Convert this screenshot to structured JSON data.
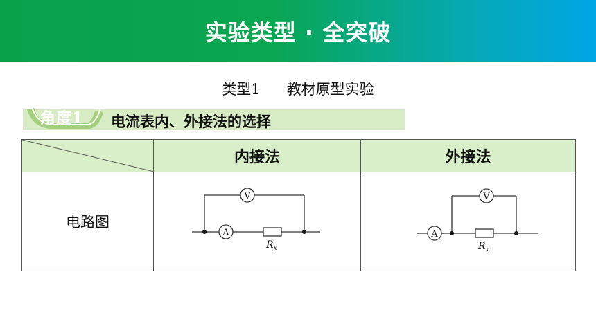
{
  "banner": {
    "title": "实验类型 · 全突破"
  },
  "subtitle": {
    "type_label": "类型1",
    "type_name": "教材原型实验"
  },
  "section": {
    "tag": "角度1",
    "heading": "电流表内、外接法的选择"
  },
  "table": {
    "columns": [
      "内接法",
      "外接法"
    ],
    "row_label": "电路图"
  },
  "diagram": {
    "voltmeter_symbol": "V",
    "ammeter_symbol": "A",
    "resistor_label": "R",
    "resistor_subscript": "x"
  },
  "colors": {
    "banner_start": "#0aa14b",
    "banner_end": "#00a6e6",
    "header_fill": "#d9efc9",
    "angle_bar_fill": "#d7ebc4",
    "angle_tab_fill": "#a4cf7c"
  }
}
